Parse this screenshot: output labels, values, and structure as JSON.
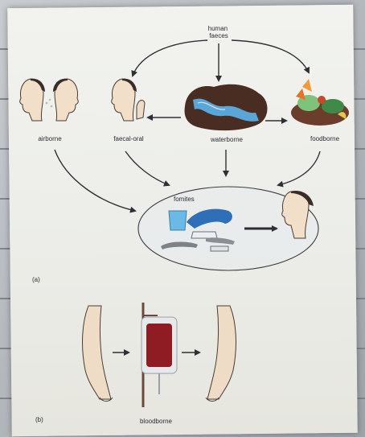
{
  "source_label": "human\nfaeces",
  "source_line1": "human",
  "source_line2": "faeces",
  "routes": {
    "airborne": "airborne",
    "faecal_oral": "faecal-oral",
    "waterborne": "waterborne",
    "foodborne": "foodborne"
  },
  "fomites_label": "fomites",
  "panel_a_label": "(a)",
  "panel_b_label": "(b)",
  "bloodborne_label": "bloodborne"
}
